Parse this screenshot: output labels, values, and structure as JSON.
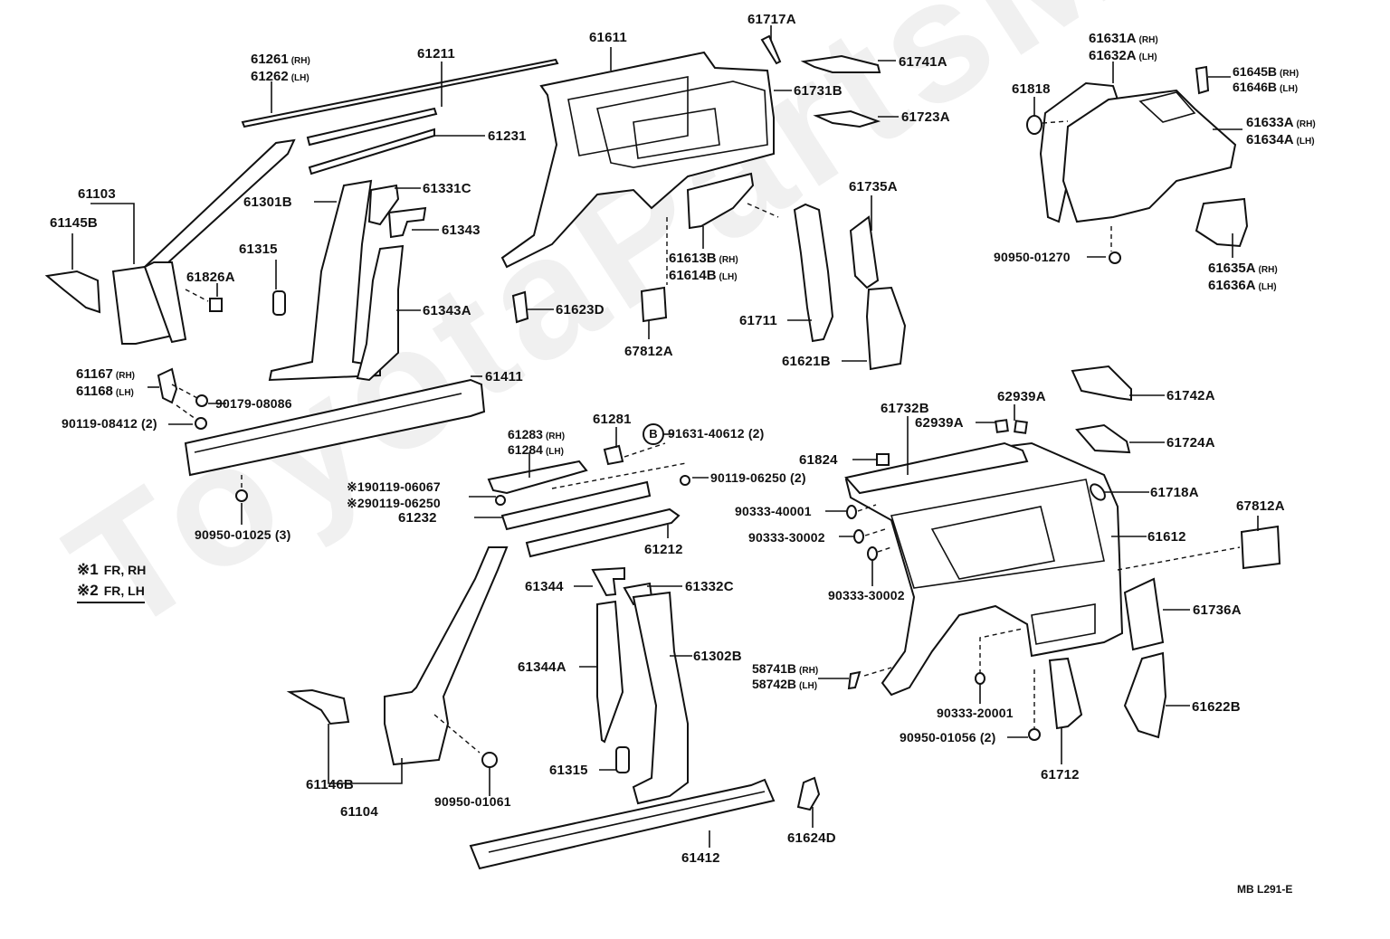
{
  "watermark": "ToyotaPartsMins",
  "diagram_code": "MB L291-E",
  "notes": [
    {
      "mark": "※1",
      "text": "FR, RH"
    },
    {
      "mark": "※2",
      "text": "FR, LH"
    }
  ],
  "parts": {
    "p61261": {
      "a": "61261",
      "a_side": "(RH)",
      "b": "61262",
      "b_side": "(LH)"
    },
    "p61211": "61211",
    "p61231": "61231",
    "p61103": "61103",
    "p61145B": "61145B",
    "p61301B": "61301B",
    "p61331C": "61331C",
    "p61343": "61343",
    "p61315a": "61315",
    "p61826A": "61826A",
    "p61343A": "61343A",
    "p61167": {
      "a": "61167",
      "a_side": "(RH)",
      "b": "61168",
      "b_side": "(LH)"
    },
    "p90179": "90179-08086",
    "p90119_08412": "90119-08412 (2)",
    "p61411": "61411",
    "p90950_01025": "90950-01025 (3)",
    "p61611": "61611",
    "p61717A": "61717A",
    "p61741A": "61741A",
    "p61731B": "61731B",
    "p61723A": "61723A",
    "p61613B": {
      "a": "61613B",
      "a_side": "(RH)",
      "b": "61614B",
      "b_side": "(LH)"
    },
    "p61623D": "61623D",
    "p67812A_top": "67812A",
    "p61735A": "61735A",
    "p61711": "61711",
    "p61621B": "61621B",
    "p61631A": {
      "a": "61631A",
      "a_side": "(RH)",
      "b": "61632A",
      "b_side": "(LH)"
    },
    "p61818": "61818",
    "p61645B": {
      "a": "61645B",
      "a_side": "(RH)",
      "b": "61646B",
      "b_side": "(LH)"
    },
    "p61633A": {
      "a": "61633A",
      "a_side": "(RH)",
      "b": "61634A",
      "b_side": "(LH)"
    },
    "p90950_01270": "90950-01270",
    "p61635A": {
      "a": "61635A",
      "a_side": "(RH)",
      "b": "61636A",
      "b_side": "(LH)"
    },
    "p61283": {
      "a": "61283",
      "a_side": "(RH)",
      "b": "61284",
      "b_side": "(LH)"
    },
    "p61281": "61281",
    "p91631": {
      "circle": "B",
      "text": "91631-40612 (2)"
    },
    "p90119_06067": {
      "mark": "※1",
      "text": "90119-06067"
    },
    "p90119_06250a": {
      "mark": "※2",
      "text": "90119-06250"
    },
    "p61232": "61232",
    "p90119_06250b": "90119-06250 (2)",
    "p61212": "61212",
    "p61344": "61344",
    "p61332C": "61332C",
    "p61344A": "61344A",
    "p61302B": "61302B",
    "p61315b": "61315",
    "p61146B": "61146B",
    "p61104": "61104",
    "p90950_01061": "90950-01061",
    "p61412": "61412",
    "p61624D": "61624D",
    "p61732B": "61732B",
    "p62939A_a": "62939A",
    "p62939A_b": "62939A",
    "p61824": "61824",
    "p90333_40001": "90333-40001",
    "p90333_30002a": "90333-30002",
    "p90333_30002b": "90333-30002",
    "p61742A": "61742A",
    "p61724A": "61724A",
    "p61718A": "61718A",
    "p67812A_right": "67812A",
    "p61612": "61612",
    "p61736A": "61736A",
    "p58741B": {
      "a": "58741B",
      "a_side": "(RH)",
      "b": "58742B",
      "b_side": "(LH)"
    },
    "p90333_20001": "90333-20001",
    "p90950_01056": "90950-01056 (2)",
    "p61712": "61712",
    "p61622B": "61622B"
  }
}
